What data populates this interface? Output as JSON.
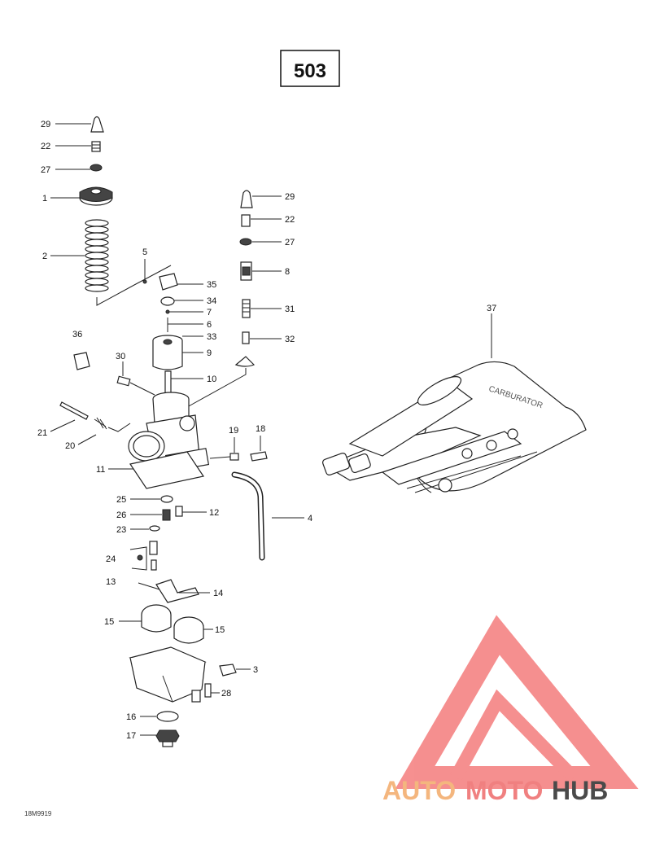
{
  "diagram_id": "503",
  "doc_code": "18M9919",
  "watermark": {
    "part1": "AUTO",
    "part2": "MOTO",
    "part3": "HUB",
    "colors": {
      "auto": "#F4B67E",
      "moto": "#F08080",
      "hub": "#4A4A4A",
      "logo": "#F47C7C"
    }
  },
  "callouts": [
    {
      "id": "c29a",
      "text": "29"
    },
    {
      "id": "c22a",
      "text": "22"
    },
    {
      "id": "c27a",
      "text": "27"
    },
    {
      "id": "c1",
      "text": "1"
    },
    {
      "id": "c2",
      "text": "2"
    },
    {
      "id": "c5",
      "text": "5"
    },
    {
      "id": "c29b",
      "text": "29"
    },
    {
      "id": "c22b",
      "text": "22"
    },
    {
      "id": "c27b",
      "text": "27"
    },
    {
      "id": "c8",
      "text": "8"
    },
    {
      "id": "c35",
      "text": "35"
    },
    {
      "id": "c34",
      "text": "34"
    },
    {
      "id": "c7",
      "text": "7"
    },
    {
      "id": "c6",
      "text": "6"
    },
    {
      "id": "c33",
      "text": "33"
    },
    {
      "id": "c9",
      "text": "9"
    },
    {
      "id": "c31",
      "text": "31"
    },
    {
      "id": "c32",
      "text": "32"
    },
    {
      "id": "c36",
      "text": "36"
    },
    {
      "id": "c30",
      "text": "30"
    },
    {
      "id": "c10",
      "text": "10"
    },
    {
      "id": "c37",
      "text": "37"
    },
    {
      "id": "c21",
      "text": "21"
    },
    {
      "id": "c20",
      "text": "20"
    },
    {
      "id": "c19",
      "text": "19"
    },
    {
      "id": "c18",
      "text": "18"
    },
    {
      "id": "c11",
      "text": "11"
    },
    {
      "id": "c25",
      "text": "25"
    },
    {
      "id": "c26",
      "text": "26"
    },
    {
      "id": "c12",
      "text": "12"
    },
    {
      "id": "c4",
      "text": "4"
    },
    {
      "id": "c23",
      "text": "23"
    },
    {
      "id": "c24",
      "text": "24"
    },
    {
      "id": "c13",
      "text": "13"
    },
    {
      "id": "c14",
      "text": "14"
    },
    {
      "id": "c15a",
      "text": "15"
    },
    {
      "id": "c15b",
      "text": "15"
    },
    {
      "id": "c3",
      "text": "3"
    },
    {
      "id": "c28",
      "text": "28"
    },
    {
      "id": "c16",
      "text": "16"
    },
    {
      "id": "c17",
      "text": "17"
    }
  ]
}
